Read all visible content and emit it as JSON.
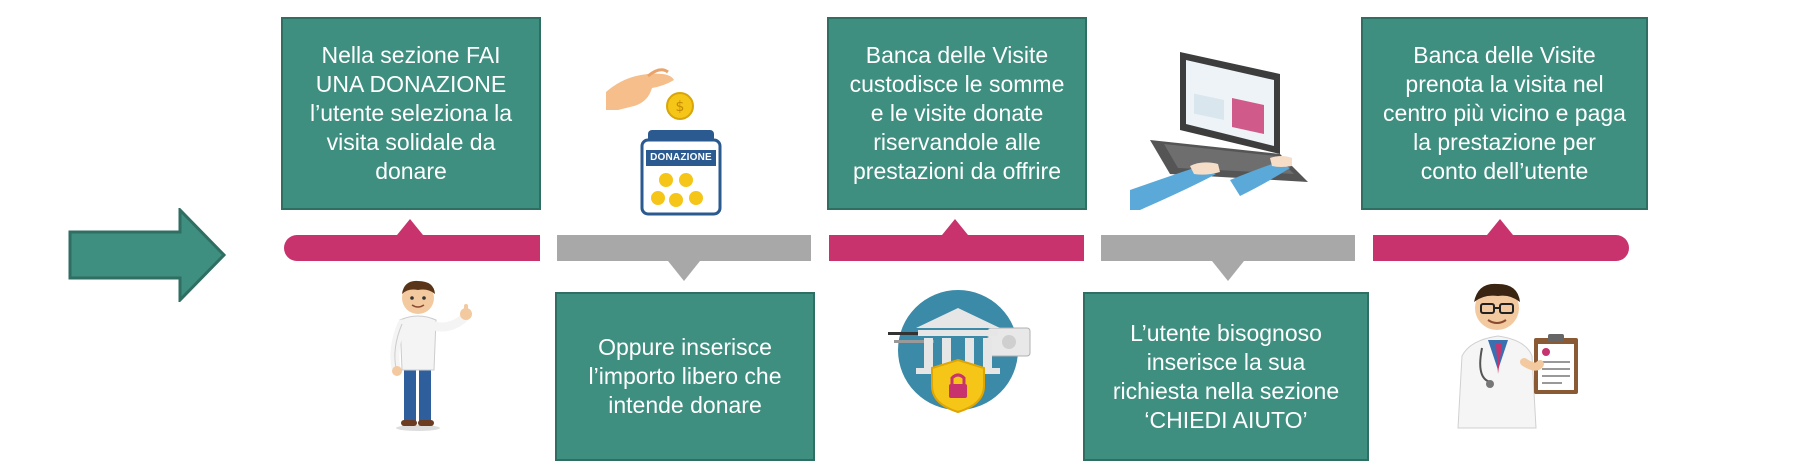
{
  "steps": [
    {
      "lines": [
        "Nella sezione FAI",
        "UNA DONAZIONE",
        "l’utente seleziona la",
        "visita solidale da",
        "donare"
      ]
    },
    {
      "lines": [
        "Oppure inserisce",
        "l’importo libero che",
        "intende donare"
      ]
    },
    {
      "lines": [
        "Banca delle Visite",
        "custodisce le somme",
        "e le visite donate",
        "riservandole alle",
        "prestazioni da offrire"
      ]
    },
    {
      "lines": [
        "L’utente bisognoso",
        "inserisce la sua",
        "richiesta nella sezione",
        "‘CHIEDI AIUTO’"
      ]
    },
    {
      "lines": [
        "Banca delle Visite",
        "prenota la visita nel",
        "centro più vicino e paga",
        "la prestazione per",
        "conto dell’utente"
      ]
    }
  ],
  "jar_label": "DONAZIONE",
  "colors": {
    "box": "#3f8f80",
    "box_border": "#2f6e62",
    "timeline_pink": "#c8336d",
    "timeline_gray": "#a8a8a8",
    "arrow": "#3f8f80"
  },
  "icons": [
    "arrow-right-icon",
    "donor-man-icon",
    "coin-hand-icon",
    "donation-jar-icon",
    "bank-shield-icon",
    "laptop-hands-icon",
    "doctor-icon"
  ]
}
